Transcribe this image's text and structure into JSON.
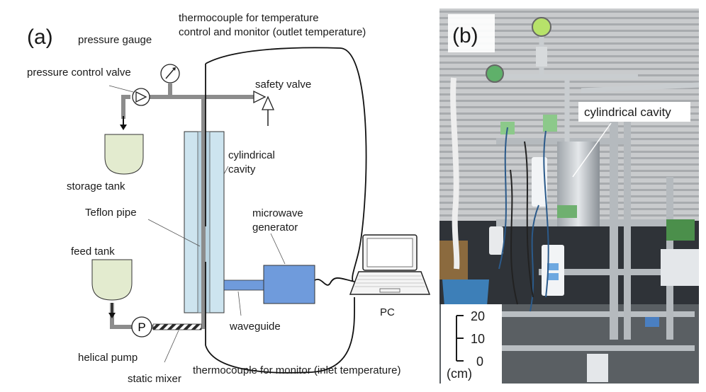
{
  "panel_a": {
    "letter": "(a)",
    "labels": {
      "thermocouple_outlet_1": "thermocouple for temperature",
      "thermocouple_outlet_2": "control and monitor (outlet temperature)",
      "pressure_gauge": "pressure gauge",
      "pressure_control_valve": "pressure control valve",
      "safety_valve": "safety valve",
      "storage_tank": "storage tank",
      "cylindrical_cavity_1": "cylindrical",
      "cylindrical_cavity_2": "cavity",
      "teflon_pipe": "Teflon pipe",
      "microwave_generator_1": "microwave",
      "microwave_generator_2": "generator",
      "feed_tank": "feed tank",
      "pump_symbol": "P",
      "helical_pump": "helical pump",
      "static_mixer": "static mixer",
      "waveguide": "waveguide",
      "pc": "PC",
      "thermocouple_inlet": "thermocouple for monitor (inlet temperature)"
    }
  },
  "panel_b": {
    "letter": "(b)",
    "callout": "cylindrical cavity",
    "scale_bar": {
      "top": "20",
      "mid": "10",
      "bottom": "0",
      "unit": "(cm)"
    }
  },
  "colors": {
    "pipe": "#8c8c8c",
    "tank_fill": "#e3ebcf",
    "cavity_fill": "#cde4ef",
    "microwave_blue": "#6f9bdc",
    "photo_bg": "#3f4449"
  }
}
